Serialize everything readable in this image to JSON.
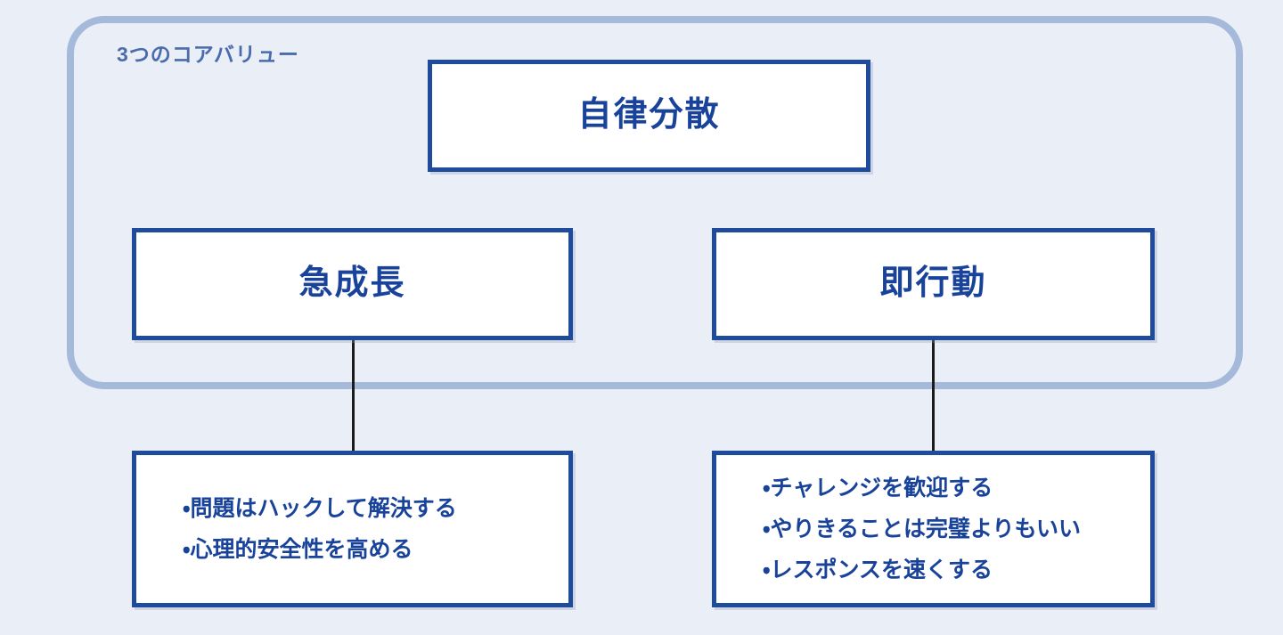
{
  "diagram": {
    "background_color": "#eaeef7",
    "accent_color": "#1f4b9c",
    "text_color": "#19439b",
    "frame_color": "#a5bada",
    "connector_color": "#1b1b1b",
    "group": {
      "title": "3つのコアバリュー"
    },
    "nodes": {
      "top": {
        "title": "自律分散"
      },
      "left": {
        "title": "急成長"
      },
      "right": {
        "title": "即行動"
      },
      "left_detail": {
        "items": [
          "・問題はハックして解決する",
          "・心理的安全性を高める"
        ]
      },
      "right_detail": {
        "items": [
          "・チャレンジを歓迎する",
          "・やりきることは完璧よりもいい",
          "・レスポンスを速くする"
        ]
      }
    }
  }
}
